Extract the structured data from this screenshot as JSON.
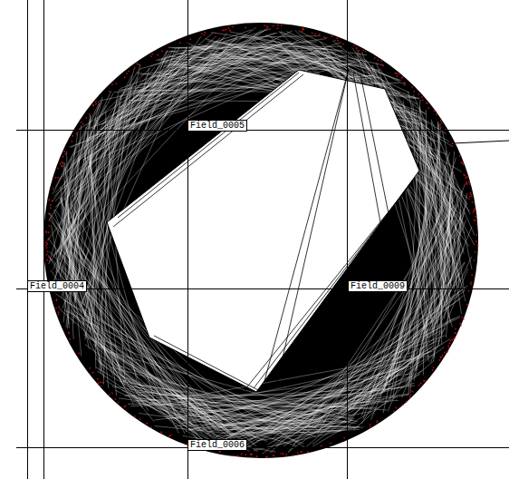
{
  "diagram": {
    "nodes": [
      {
        "text": [
          "Field_0005"
        ]
      },
      {
        "text": [
          "Field_0004"
        ]
      },
      {
        "text": [
          "Field_0009"
        ]
      },
      {
        "text": [
          "Field_0006"
        ]
      }
    ]
  }
}
